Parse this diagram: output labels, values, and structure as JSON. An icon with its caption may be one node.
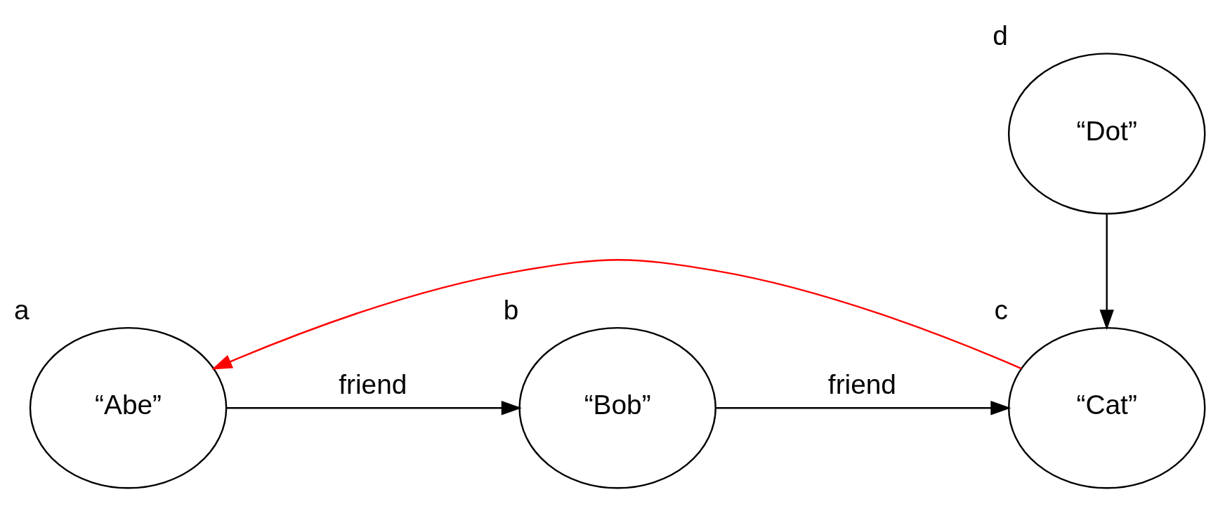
{
  "diagram": {
    "nodes": [
      {
        "text": [
          "“Abe”"
        ],
        "beside": [
          "a"
        ]
      },
      {
        "text": [
          "“Bob”"
        ],
        "beside": [
          "b"
        ]
      },
      {
        "text": [
          "“Cat”"
        ],
        "beside": [
          "c"
        ]
      },
      {
        "text": [
          "“Dot”"
        ],
        "beside": [
          "d"
        ]
      }
    ],
    "edges": [
      {
        "from": 0,
        "to": 1,
        "arrow": "to",
        "label": "friend"
      },
      {
        "from": 1,
        "to": 2,
        "arrow": "to",
        "label": "friend"
      },
      {
        "from": 2,
        "to": 0,
        "arrow": "to",
        "color": "#ff0000"
      },
      {
        "from": 3,
        "to": 2,
        "arrow": "to"
      }
    ]
  }
}
